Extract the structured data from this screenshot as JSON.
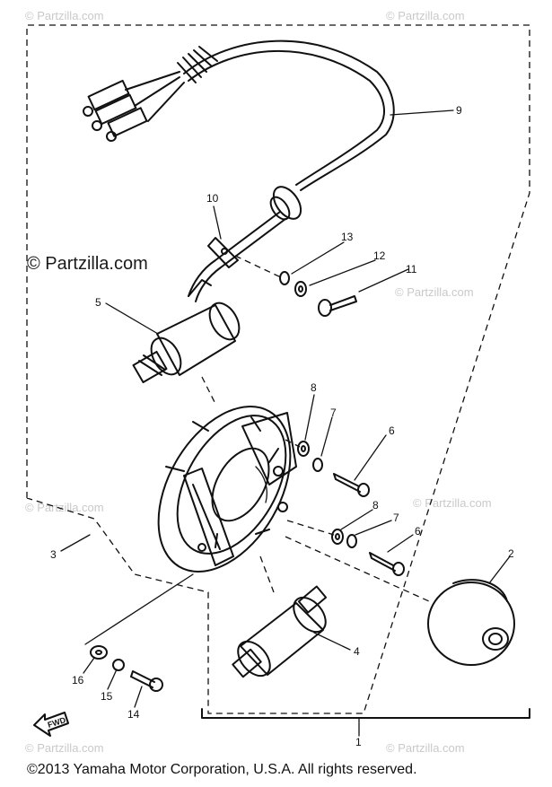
{
  "watermarks": {
    "main": "© Partzilla.com",
    "faint": "© Partzilla.com"
  },
  "callouts": [
    "1",
    "2",
    "3",
    "4",
    "5",
    "6",
    "6",
    "7",
    "7",
    "8",
    "8",
    "9",
    "10",
    "11",
    "12",
    "13",
    "14",
    "15",
    "16"
  ],
  "fwd_label": "FWD",
  "copyright": "©2013  Yamaha Motor Corporation, U.S.A. All rights reserved.",
  "colors": {
    "ink": "#111111",
    "watermark": "#c9c9c9",
    "background": "#ffffff"
  }
}
